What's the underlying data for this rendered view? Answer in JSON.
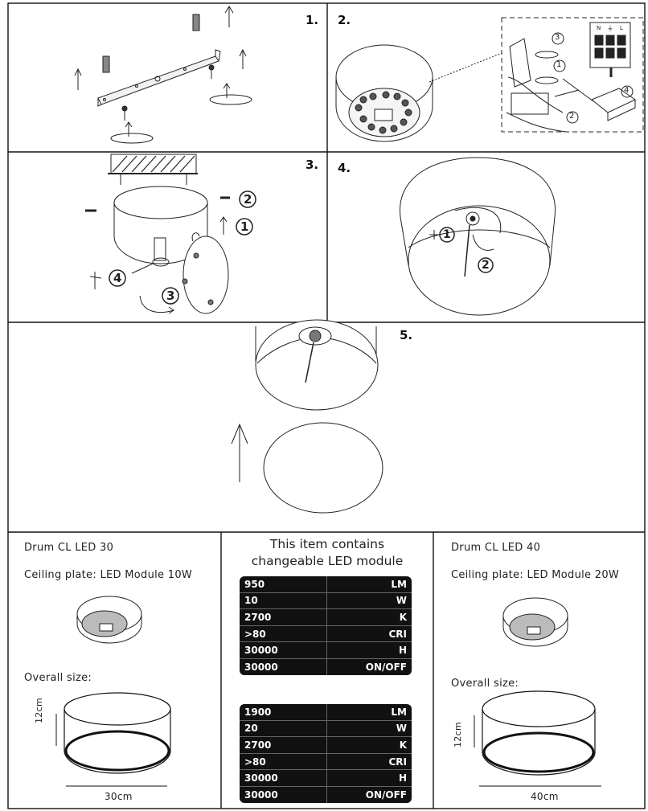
{
  "steps": {
    "s1": "1.",
    "s2": "2.",
    "s3": "3.",
    "s4": "4.",
    "s5": "5."
  },
  "callouts": {
    "c1": "1",
    "c2": "2",
    "c3": "3",
    "c4": "4"
  },
  "terminal_labels": {
    "n": "N",
    "earth": "⏚",
    "l": "L"
  },
  "left_product": {
    "name": "Drum CL LED 30",
    "plate": "Ceiling plate: LED Module 10W",
    "overall": "Overall size:",
    "height": "12cm",
    "width": "30cm"
  },
  "right_product": {
    "name": "Drum CL LED 40",
    "plate": "Ceiling plate: LED Module 20W",
    "overall": "Overall size:",
    "height": "12cm",
    "width": "40cm"
  },
  "center": {
    "line1": "This item contains",
    "line2": "changeable LED module",
    "table1": [
      {
        "value": "950",
        "unit": "LM"
      },
      {
        "value": "10",
        "unit": "W"
      },
      {
        "value": "2700",
        "unit": "K"
      },
      {
        "value": ">80",
        "unit": "CRI"
      },
      {
        "value": "30000",
        "unit": "H"
      },
      {
        "value": "30000",
        "unit": "ON/OFF"
      }
    ],
    "table2": [
      {
        "value": "1900",
        "unit": "LM"
      },
      {
        "value": "20",
        "unit": "W"
      },
      {
        "value": "2700",
        "unit": "K"
      },
      {
        "value": ">80",
        "unit": "CRI"
      },
      {
        "value": "30000",
        "unit": "H"
      },
      {
        "value": "30000",
        "unit": "ON/OFF"
      }
    ]
  }
}
